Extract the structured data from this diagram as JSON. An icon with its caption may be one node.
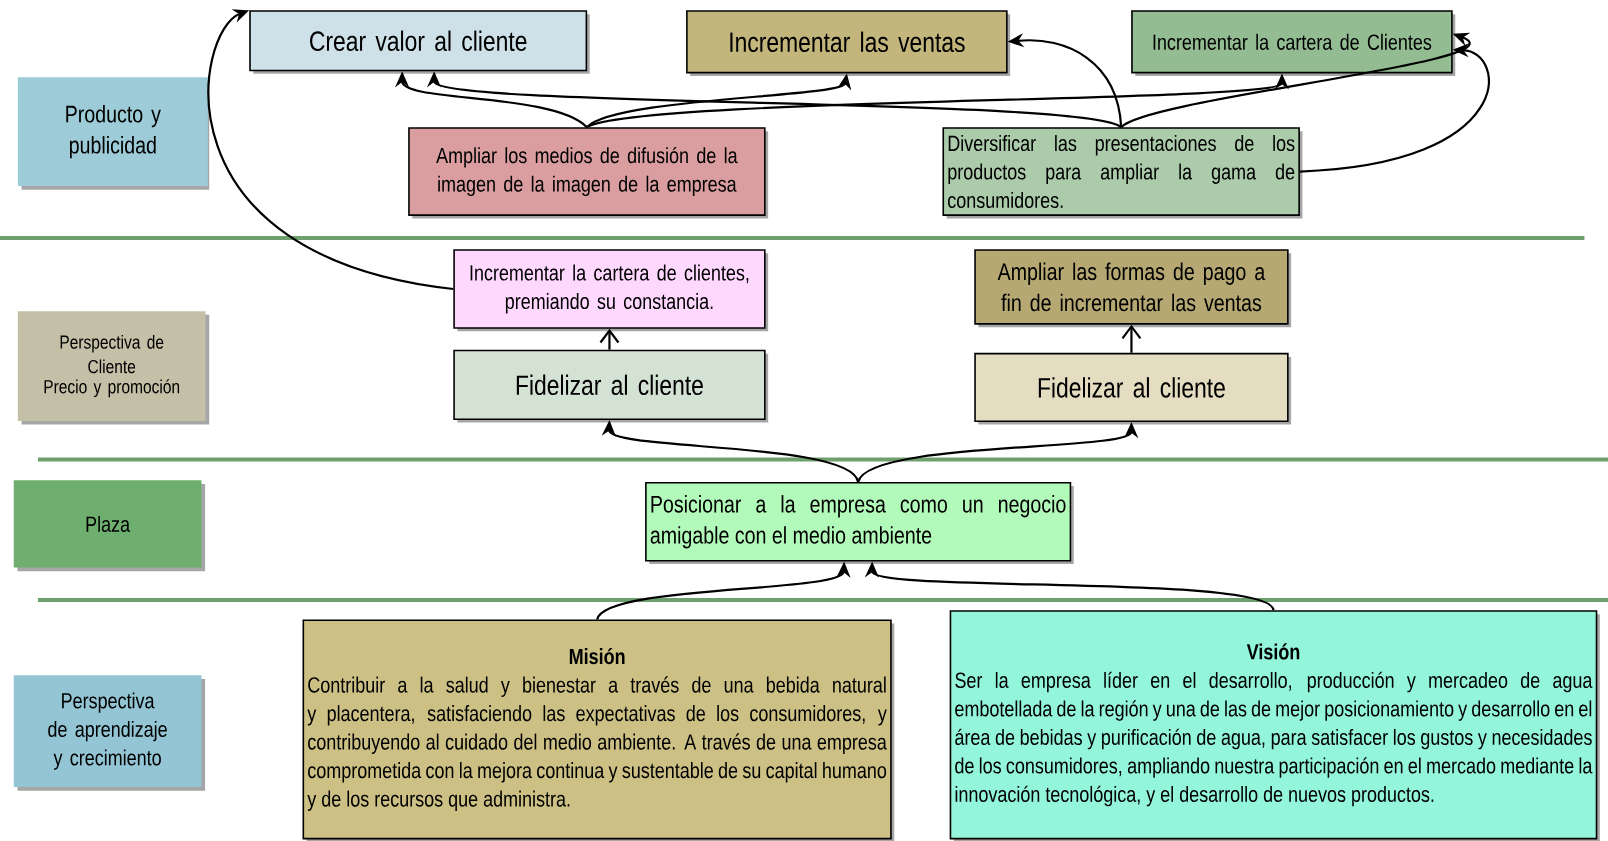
{
  "diagram": {
    "nodes": [
      {
        "text": [
          "Producto y publicidad"
        ]
      },
      {
        "text": [
          "Perspectiva de Cliente",
          "Precio y promoción"
        ]
      },
      {
        "text": [
          "Plaza"
        ]
      },
      {
        "text": [
          "Perspectiva de aprendizaje y crecimiento"
        ]
      },
      {
        "text": [
          "Crear valor al cliente"
        ]
      },
      {
        "text": [
          "Incrementar las ventas"
        ]
      },
      {
        "text": [
          "Incrementar la cartera de Clientes"
        ]
      },
      {
        "text": [
          "Ampliar los medios de difusión de la imagen de la imagen de la empresa"
        ]
      },
      {
        "text": [
          "Diversificar las presentaciones de los productos para ampliar la gama de consumidores."
        ]
      },
      {
        "text": [
          "Incrementar la cartera de clientes, premiando su constancia."
        ]
      },
      {
        "text": [
          "Ampliar las formas de pago a fin de incrementar las ventas"
        ]
      },
      {
        "text": [
          "Fidelizar al cliente"
        ]
      },
      {
        "text": [
          "Fidelizar al cliente"
        ]
      },
      {
        "text": [
          "Posicionar a la empresa como un negocio amigable con el medio ambiente"
        ]
      },
      {
        "text": [
          "Misión",
          "Contribuir a la salud y bienestar a través de una bebida natural y placentera, satisfaciendo las expectativas de los consumidores, y contribuyendo al cuidado  del medio ambiente. A través de una empresa comprometida con la mejora continua y sustentable de su capital humano y de los recursos que administra."
        ]
      },
      {
        "text": [
          "Visión",
          "Ser la empresa líder en el desarrollo, producción y mercadeo de agua embotellada de la región y una de las de mejor posicionamiento y desarrollo en el área de bebidas y purificación de agua, para satisfacer los gustos y necesidades de los consumidores, ampliando nuestra participación en el mercado mediante la innovación tecnológica, y el desarrollo de nuevos productos."
        ]
      }
    ],
    "edges": [
      {
        "from": 7,
        "to": 4,
        "arrow": "to"
      },
      {
        "from": 7,
        "to": 5,
        "arrow": "to"
      },
      {
        "from": 7,
        "to": 6,
        "arrow": "to"
      },
      {
        "from": 8,
        "to": 4,
        "arrow": "to"
      },
      {
        "from": 8,
        "to": 5,
        "arrow": "to"
      },
      {
        "from": 8,
        "to": 6,
        "arrow": "to"
      },
      {
        "from": 8,
        "to": 6,
        "arrow": "to"
      },
      {
        "from": 9,
        "to": 4,
        "arrow": "to"
      },
      {
        "from": 11,
        "to": 9,
        "arrow": "to"
      },
      {
        "from": 12,
        "to": 10,
        "arrow": "to"
      },
      {
        "from": 13,
        "to": 11,
        "arrow": "to"
      },
      {
        "from": 13,
        "to": 12,
        "arrow": "to"
      },
      {
        "from": 14,
        "to": 13,
        "arrow": "to"
      },
      {
        "from": 15,
        "to": 13,
        "arrow": "to"
      }
    ]
  }
}
